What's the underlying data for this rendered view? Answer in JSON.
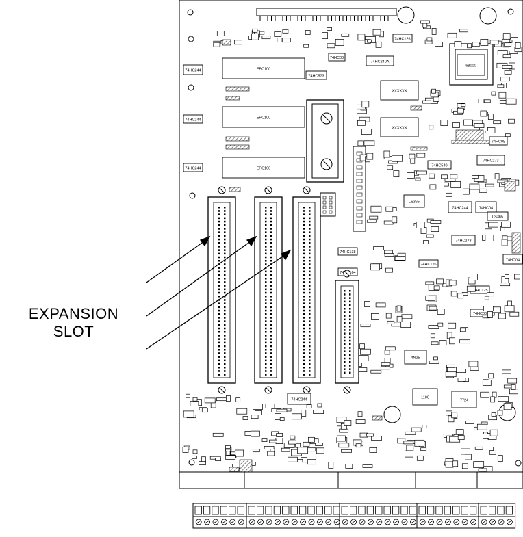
{
  "figure": {
    "callout_lines": [
      "EXPANSION",
      "SLOT"
    ],
    "colors": {
      "ink": "#000000",
      "board": "#ffffff",
      "hatch": "#555555"
    },
    "chips": [
      {
        "id": "u1",
        "label": "74HC244"
      },
      {
        "id": "u2",
        "label": "EPC100"
      },
      {
        "id": "u3",
        "label": "74HC573"
      },
      {
        "id": "u4",
        "label": "74HC00"
      },
      {
        "id": "u5",
        "label": "74HC240A"
      },
      {
        "id": "u6",
        "label": "74HC126"
      },
      {
        "id": "u7",
        "label": "74HC244"
      },
      {
        "id": "u8",
        "label": "EPC100"
      },
      {
        "id": "u9",
        "label": "74HC244"
      },
      {
        "id": "u10",
        "label": "EPC100"
      },
      {
        "id": "u11",
        "label": "68000"
      },
      {
        "id": "u12",
        "label": "74HC08"
      },
      {
        "id": "u13",
        "label": "LS365"
      },
      {
        "id": "u14",
        "label": "74HC244"
      },
      {
        "id": "u15",
        "label": "74HC04"
      },
      {
        "id": "u16",
        "label": "74HC273"
      },
      {
        "id": "u17",
        "label": "74HC138"
      },
      {
        "id": "u18",
        "label": "74HC164"
      },
      {
        "id": "u19",
        "label": "74HC126"
      },
      {
        "id": "u20",
        "label": "74HC04"
      },
      {
        "id": "u21",
        "label": "74HC244"
      },
      {
        "id": "u22",
        "label": "4N25"
      },
      {
        "id": "u23",
        "label": "1100"
      },
      {
        "id": "u24",
        "label": "7724"
      },
      {
        "id": "u25",
        "label": "LS365"
      },
      {
        "id": "u26",
        "label": "74HC273"
      },
      {
        "id": "u27",
        "label": "74HC540"
      },
      {
        "id": "u28",
        "label": "74HC00"
      },
      {
        "id": "u29",
        "label": "74HC125"
      },
      {
        "id": "u30",
        "label": "XXXXXX"
      },
      {
        "id": "u31",
        "label": "XXXXXX"
      }
    ]
  }
}
